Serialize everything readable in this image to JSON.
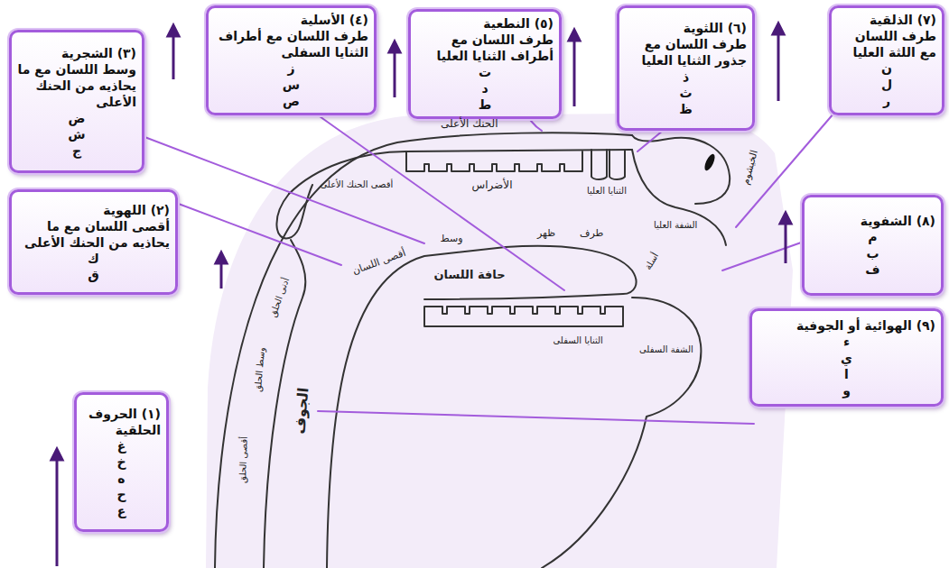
{
  "diagram": {
    "nodes": [
      {
        "text": [
          "(٧) الذلقية",
          "طرف اللسان مع اللثة العليا",
          "ن",
          "ل",
          "ر"
        ]
      },
      {
        "text": [
          "(٦) اللثوية",
          "طرف اللسان مع جذور الثنايا العليا",
          "ذ",
          "ث",
          "ظ"
        ]
      },
      {
        "text": [
          "(٥) النطعية",
          "طرف اللسان مع أطراف الثنايا العليا",
          "ت",
          "د",
          "ط"
        ]
      },
      {
        "text": [
          "(٤) الأسلية",
          "طرف اللسان مع أطراف الثنايا السفلى",
          "ز",
          "س",
          "ص"
        ]
      },
      {
        "text": [
          "(٣) الشجرية",
          "وسط اللسان مع ما يحاذيه من الحنك الأعلى",
          "ض",
          "ش",
          "ج"
        ]
      },
      {
        "text": [
          "(٨) الشفوية",
          "م",
          "ب",
          "ف"
        ]
      },
      {
        "text": [
          "(٢) اللهوية",
          "أقصى اللسان مع ما يحاذيه من الحنك الأعلى",
          "ك",
          "ق"
        ]
      },
      {
        "text": [
          "(٩) الهوائية أو الجوفية",
          "ء",
          "ي",
          "ا",
          "و"
        ]
      },
      {
        "text": [
          "(١) الحروف الحلقية",
          "غ",
          "خ",
          "ه",
          "ح",
          "ع"
        ]
      }
    ],
    "labels": [
      "الخيشوم",
      "الحنك الأعلى",
      "الأضراس",
      "الثنايا العليا",
      "الشفة العليا",
      "أقصى الحنك الأعلى",
      "أدنى الحلق",
      "وسط الحلق",
      "أقصى الحلق",
      "الجوف",
      "أقصى اللسان",
      "وسط",
      "ظهر",
      "طرف",
      "أسلة",
      "حافة اللسان",
      "الثنايا السفلى",
      "الشفة السفلى"
    ]
  }
}
